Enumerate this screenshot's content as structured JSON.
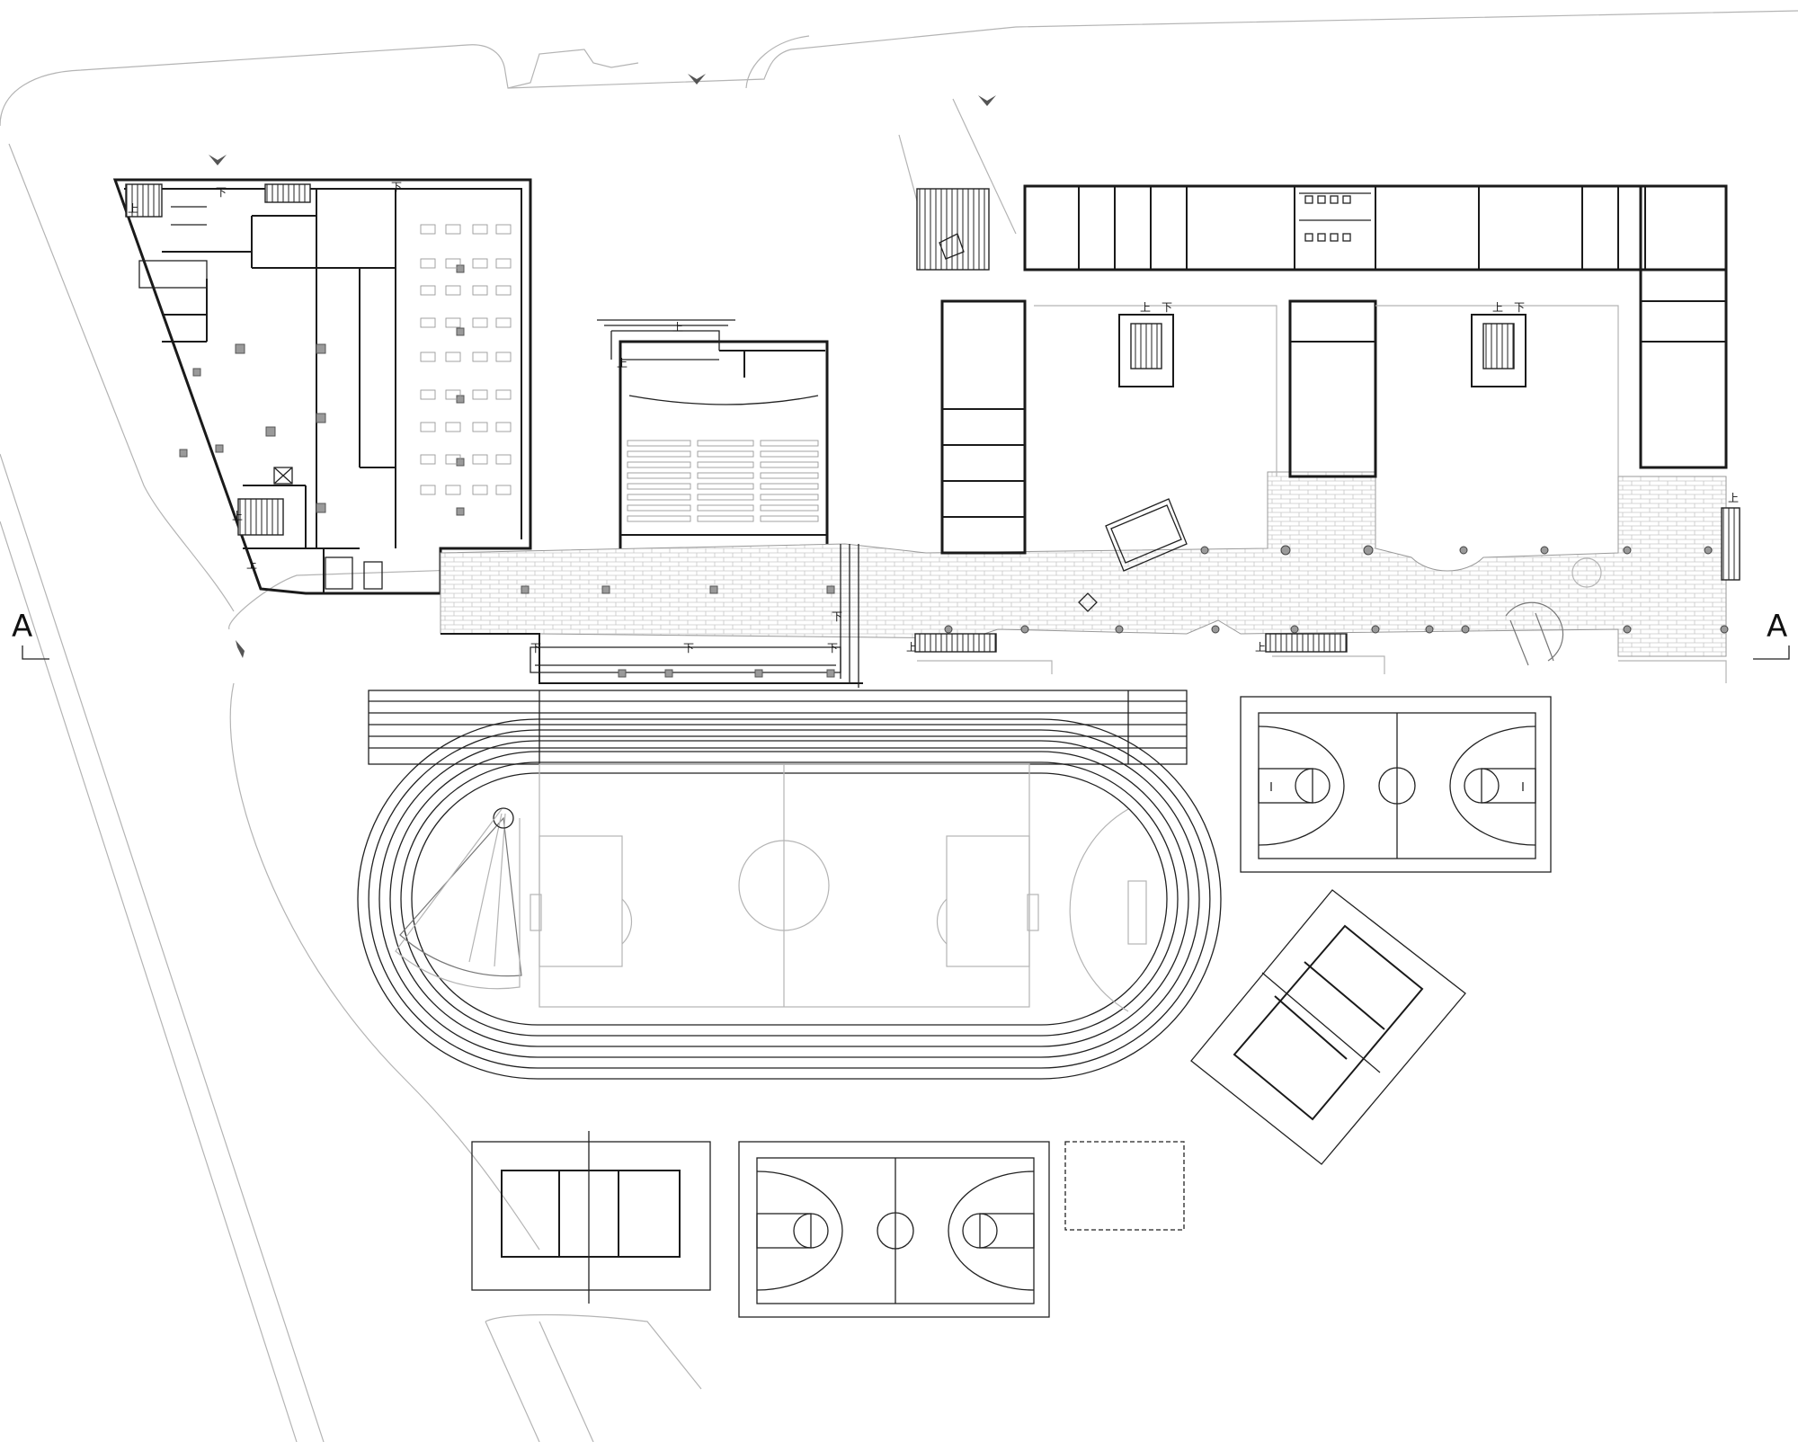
{
  "section_marks": {
    "left": "A",
    "right": "A"
  },
  "stair_notes": {
    "up": "上",
    "down": "下"
  },
  "colors": {
    "line": "#1a1a1a",
    "light_line": "#b4b4b4",
    "column_fill": "#9a9a9a",
    "background": "#ffffff"
  },
  "icons": [
    "north-arrow-icon",
    "section-mark-icon"
  ]
}
